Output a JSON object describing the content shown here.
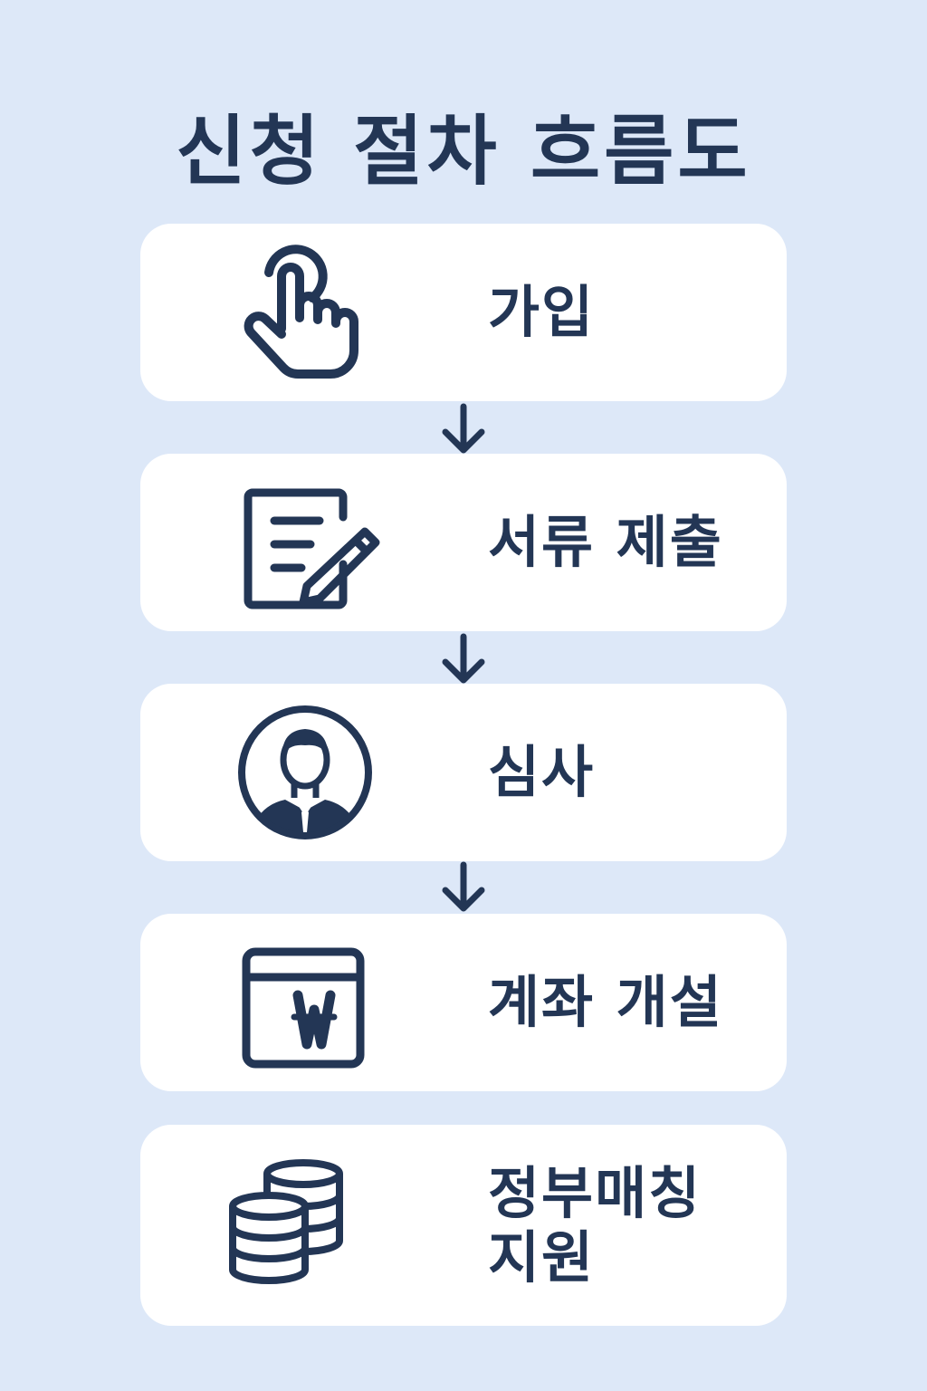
{
  "title": "신청 절차 흐름도",
  "colors": {
    "background": "#dde8f8",
    "card": "#ffffff",
    "ink": "#233655"
  },
  "steps": [
    {
      "label": "가입",
      "icon": "tap-hand-icon"
    },
    {
      "label": "서류 제출",
      "icon": "document-pencil-icon"
    },
    {
      "label": "심사",
      "icon": "person-reviewer-icon"
    },
    {
      "label": "계좌 개설",
      "icon": "bank-account-won-icon"
    },
    {
      "label": "정부매칭 지원",
      "icon": "coins-stack-icon"
    }
  ]
}
